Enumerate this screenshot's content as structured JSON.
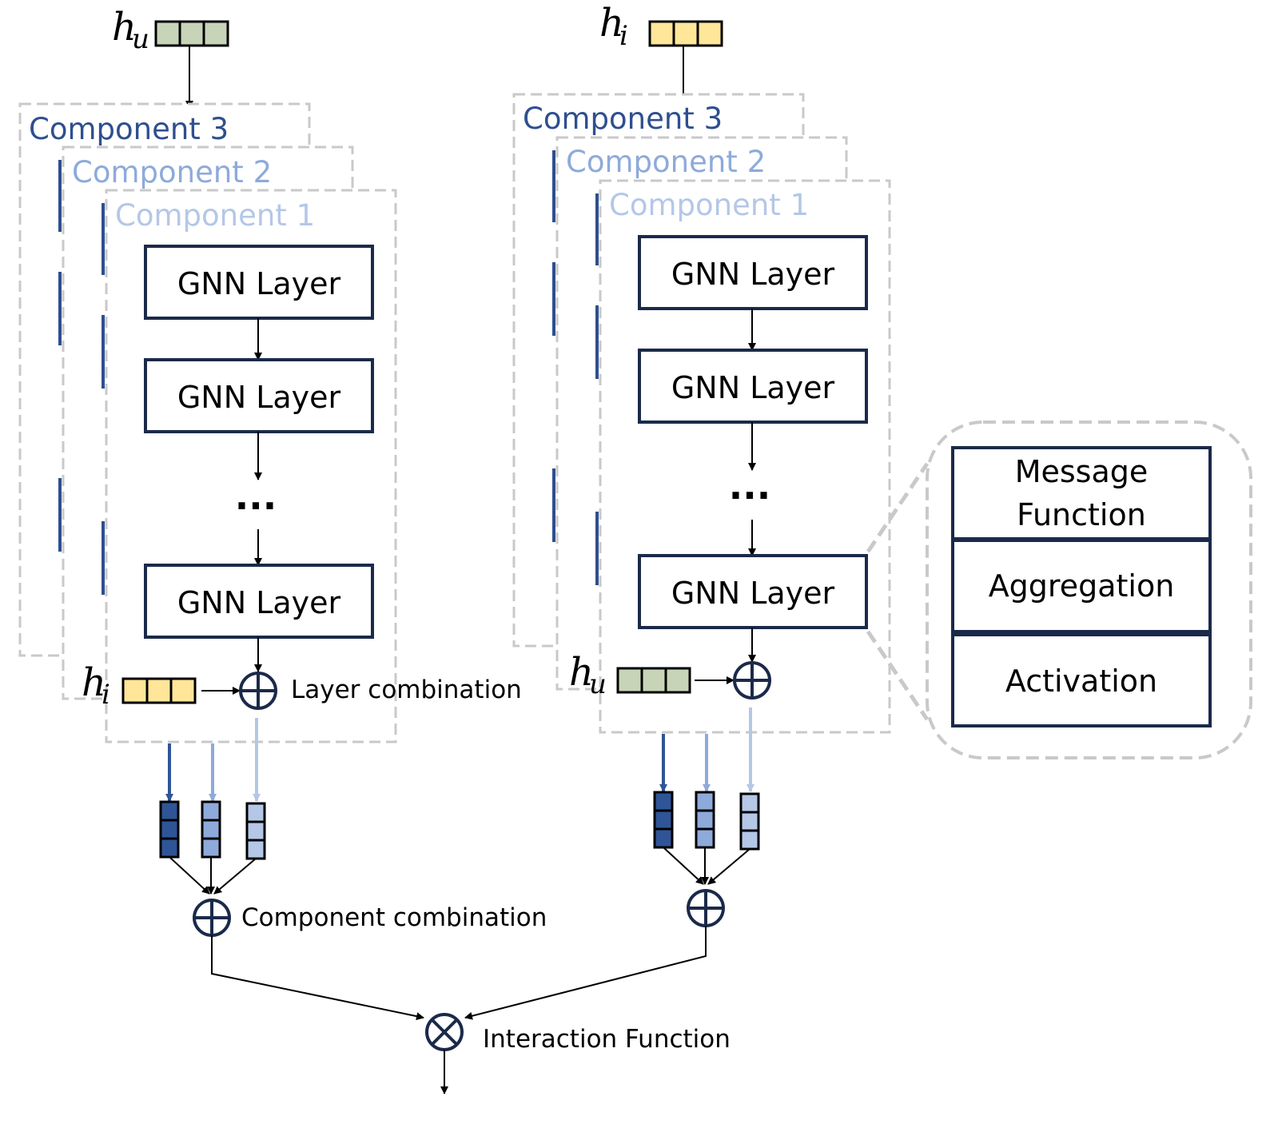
{
  "colors": {
    "component_3": "#2e4f8f",
    "component_2": "#8eaadb",
    "component_1": "#b4c7e7",
    "user_embedding": "#c7d4b8",
    "item_embedding": "#ffe699",
    "dark_blue_cell": "#2f5597",
    "mid_blue_cell": "#8eaadb",
    "light_blue_cell": "#b4c7e7",
    "box_border": "#1b2a4a"
  },
  "left_tower": {
    "input_symbol": "h",
    "input_subscript": "u",
    "component_titles": [
      "Component 3",
      "Component 2",
      "Component 1"
    ],
    "layers": [
      "GNN Layer",
      "GNN Layer",
      "GNN Layer"
    ],
    "ellipsis": "...",
    "combine_symbol": "h",
    "combine_subscript": "i",
    "layer_combination_label": "Layer combination",
    "component_combination_label": "Component combination"
  },
  "right_tower": {
    "input_symbol": "h",
    "input_subscript": "i",
    "component_titles": [
      "Component 3",
      "Component 2",
      "Component 1"
    ],
    "layers": [
      "GNN Layer",
      "GNN Layer",
      "GNN Layer"
    ],
    "ellipsis": "...",
    "combine_symbol": "h",
    "combine_subscript": "u"
  },
  "layer_detail": {
    "message_function_line1": "Message",
    "message_function_line2": "Function",
    "aggregation": "Aggregation",
    "activation": "Activation"
  },
  "interaction_label": "Interaction Function"
}
